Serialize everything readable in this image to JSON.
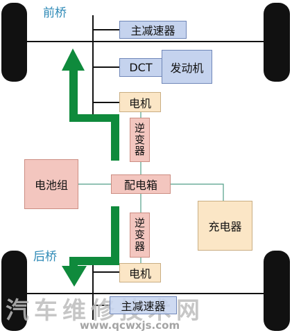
{
  "front_axle_label": "前桥",
  "rear_axle_label": "后桥",
  "front_reducer": "主减速器",
  "rear_reducer": "主减速器",
  "dct": "DCT",
  "engine": "发动机",
  "front_motor": "电机",
  "rear_motor": "电机",
  "front_inverter": [
    "逆",
    "变",
    "器"
  ],
  "rear_inverter": [
    "逆",
    "变",
    "器"
  ],
  "battery": "电池组",
  "distribution_box": "配电箱",
  "charger": "充电器",
  "watermark": {
    "cn": "汽车维修技术网",
    "url": "www.qcwxjs.com"
  },
  "colors": {
    "arrow_green": "#0f8a3c",
    "axle_label_blue": "#2d89b6",
    "reducer_blue": "#c5d3ee",
    "component_tan": "#fbe6c6",
    "battery_pink": "#f3c6bf",
    "wire": "#4f9e87",
    "tire": "#111111"
  }
}
